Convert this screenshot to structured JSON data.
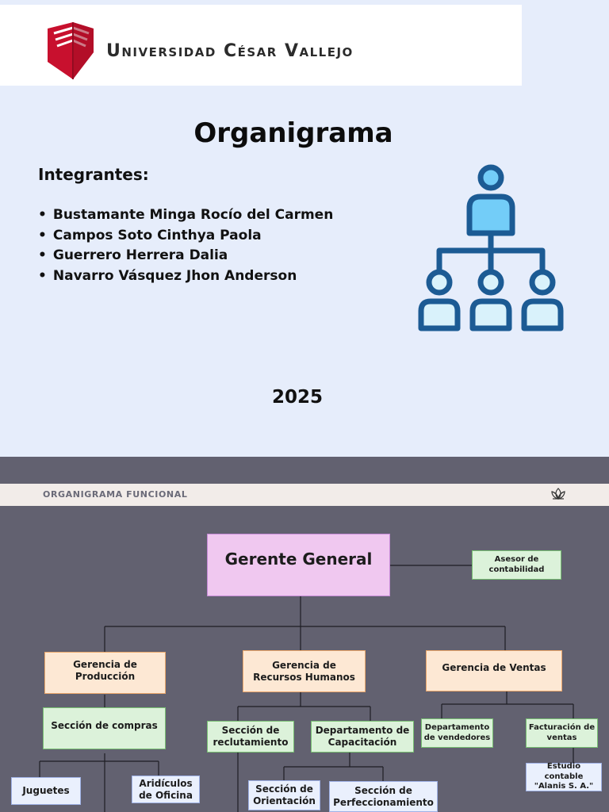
{
  "header": {
    "university_name": "Universidad César Vallejo"
  },
  "title": "Organigrama",
  "members": {
    "heading": "Integrantes:",
    "list": [
      "Bustamante  Minga Rocío del Carmen",
      "Campos Soto Cinthya Paola",
      "Guerrero Herrera Dalia",
      "Navarro Vásquez Jhon Anderson"
    ]
  },
  "year": "2025",
  "org_section": {
    "label": "ORGANIGRAMA FUNCIONAL",
    "nodes": {
      "gerente": "Gerente General",
      "asesor": "Asesor de contabilidad",
      "produccion": "Gerencia de Producción",
      "rrhh": "Gerencia de Recursos Humanos",
      "ventas": "Gerencia de Ventas",
      "compras": "Sección de compras",
      "reclutamiento": "Sección de reclutamiento",
      "capacitacion": "Departamento de Capacitación",
      "vendedores": "Departamento de vendedores",
      "facturacion": "Facturación de ventas",
      "estudio": "Estudio contable \"Alanis S. A.\"",
      "juguetes": "Juguetes",
      "aridiculos": "Aridículos de Oficina",
      "orientacion": "Sección de Orientación",
      "perfeccionamiento": "Sección de Perfeccionamiento"
    }
  },
  "colors": {
    "background_top": "#e6edfb",
    "background_bottom": "#626170",
    "ucv_red": "#c8102e",
    "icon_blue": "#1c5b94",
    "icon_light": "#73cdf8"
  },
  "icons": [
    "ucv-shield-icon",
    "org-chart-icon",
    "lotus-icon"
  ]
}
